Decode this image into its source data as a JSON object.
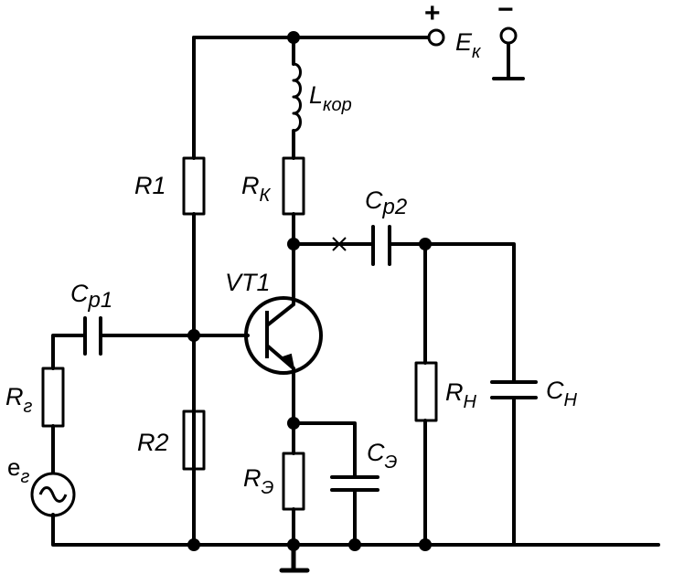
{
  "supply": {
    "plus": "+",
    "minus": "−",
    "name": "E",
    "sub": "к"
  },
  "components": {
    "l_kor": {
      "name": "L",
      "sub": "кор"
    },
    "r1": {
      "name": "R1"
    },
    "r_k": {
      "name": "R",
      "sub": "К"
    },
    "c_p2": {
      "name": "C",
      "sub": "p2"
    },
    "vt1": {
      "name": "VT1"
    },
    "c_p1": {
      "name": "C",
      "sub": "p1"
    },
    "r_g": {
      "name": "R",
      "sub": "г"
    },
    "e_g": {
      "name": "e",
      "sub": "г"
    },
    "r2": {
      "name": "R2"
    },
    "r_n": {
      "name": "R",
      "sub": "Н"
    },
    "c_n": {
      "name": "C",
      "sub": "Н"
    },
    "c_e": {
      "name": "C",
      "sub": "Э"
    },
    "r_e": {
      "name": "R",
      "sub": "Э"
    }
  }
}
